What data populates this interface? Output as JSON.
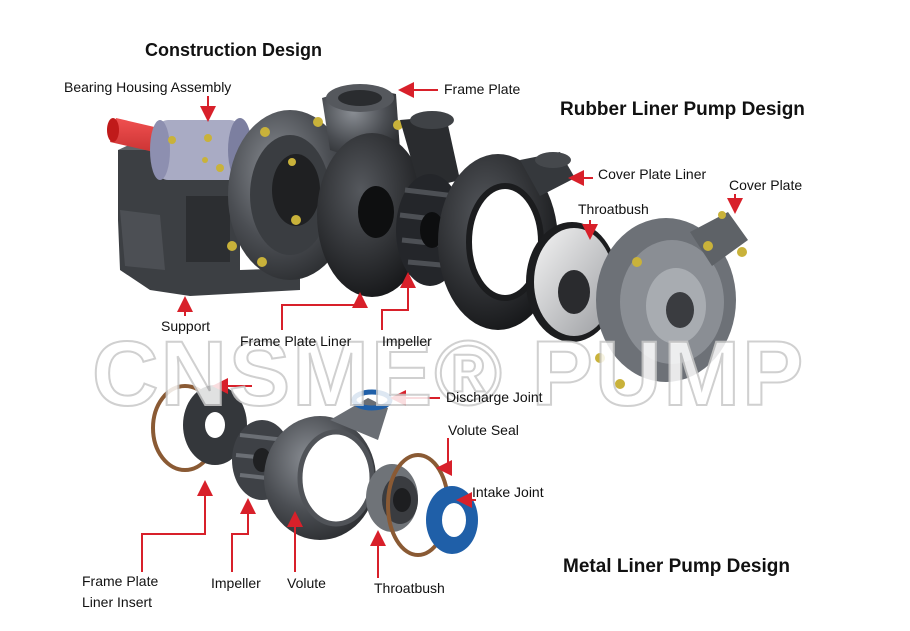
{
  "titles": {
    "construction": "Construction Design",
    "rubber": "Rubber Liner Pump Design",
    "metal": "Metal Liner Pump Design"
  },
  "watermark": "CNSME® PUMP",
  "labels": {
    "bearing_housing": "Bearing Housing Assembly",
    "frame_plate": "Frame Plate",
    "cover_plate_liner": "Cover Plate Liner",
    "cover_plate": "Cover Plate",
    "throatbush_top": "Throatbush",
    "support": "Support",
    "frame_plate_liner": "Frame Plate Liner",
    "impeller_top": "Impeller",
    "discharge_joint": "Discharge Joint",
    "volute_seal": "Volute Seal",
    "intake_joint": "Intake Joint",
    "frame_plate_liner_insert_1": "Frame Plate",
    "frame_plate_liner_insert_2": "Liner Insert",
    "impeller_bottom": "Impeller",
    "volute": "Volute",
    "throatbush_bottom": "Throatbush"
  },
  "colors": {
    "arrow": "#d8202a",
    "body": "#4a4d52",
    "body_light": "#74787e",
    "shaft": "#d62828",
    "bolt": "#c9b23a",
    "seal_blue": "#1f5fa8",
    "seal_brown": "#8a5a34"
  }
}
